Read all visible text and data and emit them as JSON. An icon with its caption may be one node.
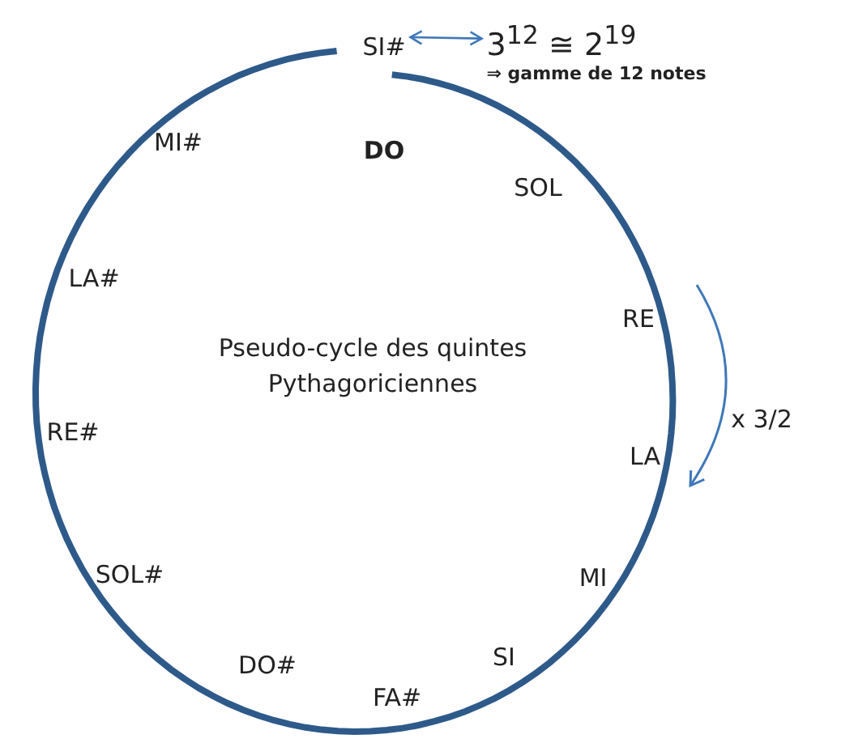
{
  "diagram": {
    "nodes": [
      {
        "text": [
          "SI#"
        ]
      },
      {
        "text": [
          "3$^{12}$ ≅ 2$^{19}$",
          "⇒ gamme de 12 notes"
        ]
      }
    ],
    "edges": [
      {
        "from": 0,
        "to": 1,
        "arrow": "both"
      }
    ],
    "labels": [
      "MI#",
      "DO",
      "SOL",
      "LA#",
      "RE",
      "Pseudo-cycle des quintes Pythagoriciennes",
      "x 3/2",
      "LA",
      "RE#",
      "SOL#",
      "MI",
      "DO#",
      "SI",
      "FA#"
    ]
  }
}
